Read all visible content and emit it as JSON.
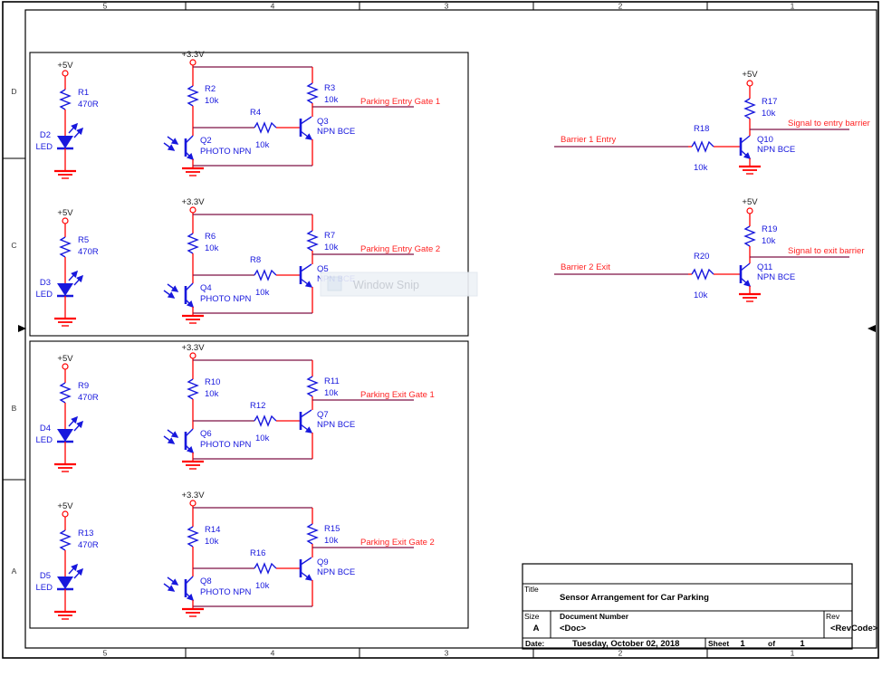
{
  "border": {
    "top_zones": [
      "5",
      "4",
      "3",
      "2",
      "1"
    ],
    "bottom_zones": [
      "5",
      "4",
      "3",
      "2",
      "1"
    ],
    "side_zones": [
      "D",
      "C",
      "B",
      "A"
    ]
  },
  "overlay": {
    "tooltip": "Window Snip"
  },
  "colors": {
    "wire_red": "#FF0000",
    "net_maroon": "#7D1045",
    "component_blue": "#1818DD",
    "net_label_red": "#FF2222"
  },
  "title_block": {
    "title_label": "Title",
    "title": "Sensor Arrangement for Car Parking",
    "size_label": "Size",
    "size": "A",
    "doc_label": "Document Number",
    "doc": "<Doc>",
    "rev_label": "Rev",
    "rev": "<RevCode>",
    "date_label": "Date:",
    "date": "Tuesday, October 02, 2018",
    "sheet_label": "Sheet",
    "sheet_num": "1",
    "of_label": "of",
    "sheet_total": "1"
  },
  "sensor_blocks": [
    {
      "led_supply": "+5V",
      "r_led": {
        "ref": "R1",
        "val": "470R"
      },
      "led": {
        "ref": "D2",
        "val": "LED"
      },
      "supply": "+3.3V",
      "r_pull": {
        "ref": "R2",
        "val": "10k"
      },
      "r_base": {
        "ref": "R4",
        "val": "10k"
      },
      "photo": {
        "ref": "Q2",
        "val": "PHOTO NPN"
      },
      "r_coll": {
        "ref": "R3",
        "val": "10k"
      },
      "npn": {
        "ref": "Q3",
        "val": "NPN BCE"
      },
      "net": "Parking Entry Gate 1"
    },
    {
      "led_supply": "+5V",
      "r_led": {
        "ref": "R5",
        "val": "470R"
      },
      "led": {
        "ref": "D3",
        "val": "LED"
      },
      "supply": "+3.3V",
      "r_pull": {
        "ref": "R6",
        "val": "10k"
      },
      "r_base": {
        "ref": "R8",
        "val": "10k"
      },
      "photo": {
        "ref": "Q4",
        "val": "PHOTO NPN"
      },
      "r_coll": {
        "ref": "R7",
        "val": "10k"
      },
      "npn": {
        "ref": "Q5",
        "val": "NPN BCE"
      },
      "net": "Parking Entry Gate 2"
    },
    {
      "led_supply": "+5V",
      "r_led": {
        "ref": "R9",
        "val": "470R"
      },
      "led": {
        "ref": "D4",
        "val": "LED"
      },
      "supply": "+3.3V",
      "r_pull": {
        "ref": "R10",
        "val": "10k"
      },
      "r_base": {
        "ref": "R12",
        "val": "10k"
      },
      "photo": {
        "ref": "Q6",
        "val": "PHOTO NPN"
      },
      "r_coll": {
        "ref": "R11",
        "val": "10k"
      },
      "npn": {
        "ref": "Q7",
        "val": "NPN BCE"
      },
      "net": "Parking Exit Gate 1"
    },
    {
      "led_supply": "+5V",
      "r_led": {
        "ref": "R13",
        "val": "470R"
      },
      "led": {
        "ref": "D5",
        "val": "LED"
      },
      "supply": "+3.3V",
      "r_pull": {
        "ref": "R14",
        "val": "10k"
      },
      "r_base": {
        "ref": "R16",
        "val": "10k"
      },
      "photo": {
        "ref": "Q8",
        "val": "PHOTO NPN"
      },
      "r_coll": {
        "ref": "R15",
        "val": "10k"
      },
      "npn": {
        "ref": "Q9",
        "val": "NPN BCE"
      },
      "net": "Parking Exit Gate 2"
    }
  ],
  "barrier_circuits": [
    {
      "input": "Barrier 1 Entry",
      "r_in": {
        "ref": "R18",
        "val": "10k"
      },
      "npn": {
        "ref": "Q10",
        "val": "NPN BCE"
      },
      "supply": "+5V",
      "r_pull": {
        "ref": "R17",
        "val": "10k"
      },
      "output": "Signal to entry barrier"
    },
    {
      "input": "Barrier 2 Exit",
      "r_in": {
        "ref": "R20",
        "val": "10k"
      },
      "npn": {
        "ref": "Q11",
        "val": "NPN BCE"
      },
      "supply": "+5V",
      "r_pull": {
        "ref": "R19",
        "val": "10k"
      },
      "output": "Signal to exit barrier"
    }
  ]
}
